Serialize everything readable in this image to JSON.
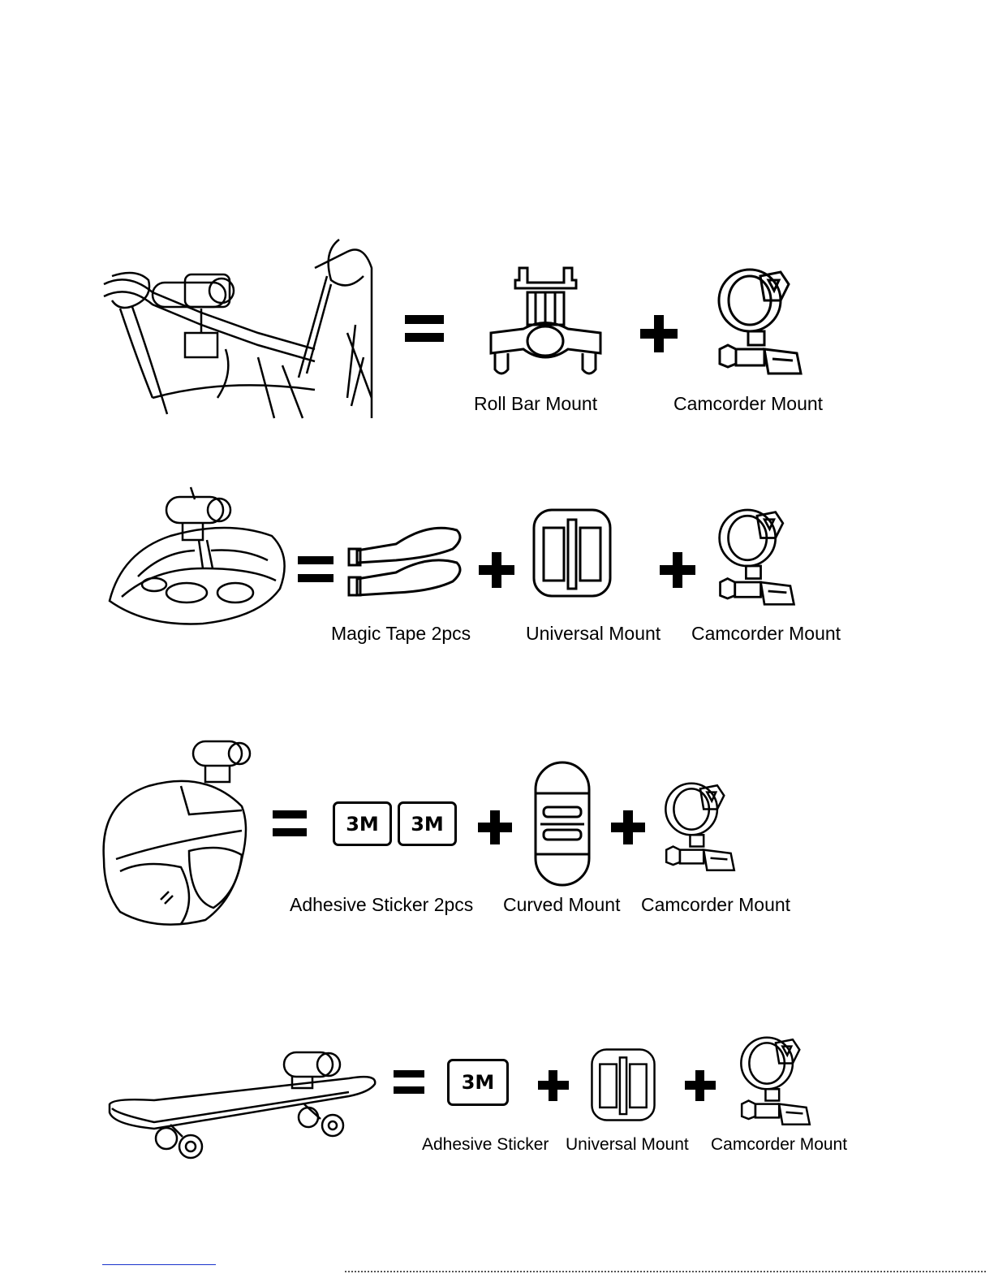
{
  "rows": [
    {
      "scene": "bicycle handlebar",
      "items": [
        {
          "label": "Roll Bar Mount",
          "icon": "roll-bar-mount-icon"
        },
        {
          "label": "Camcorder Mount",
          "icon": "camcorder-mount-icon"
        }
      ]
    },
    {
      "scene": "bike helmet",
      "items": [
        {
          "label": "Magic Tape 2pcs",
          "icon": "magic-tape-icon"
        },
        {
          "label": "Universal Mount",
          "icon": "universal-mount-icon"
        },
        {
          "label": "Camcorder Mount",
          "icon": "camcorder-mount-icon"
        }
      ]
    },
    {
      "scene": "motorcycle helmet",
      "items": [
        {
          "label": "Adhesive Sticker 2pcs",
          "icon": "adhesive-sticker-icon",
          "badge": "3M"
        },
        {
          "label": "Curved Mount",
          "icon": "curved-mount-icon"
        },
        {
          "label": "Camcorder Mount",
          "icon": "camcorder-mount-icon"
        }
      ]
    },
    {
      "scene": "skateboard",
      "items": [
        {
          "label": "Adhesive Sticker",
          "icon": "adhesive-sticker-icon",
          "badge": "3M"
        },
        {
          "label": "Universal Mount",
          "icon": "universal-mount-icon"
        },
        {
          "label": "Camcorder Mount",
          "icon": "camcorder-mount-icon"
        }
      ]
    }
  ]
}
